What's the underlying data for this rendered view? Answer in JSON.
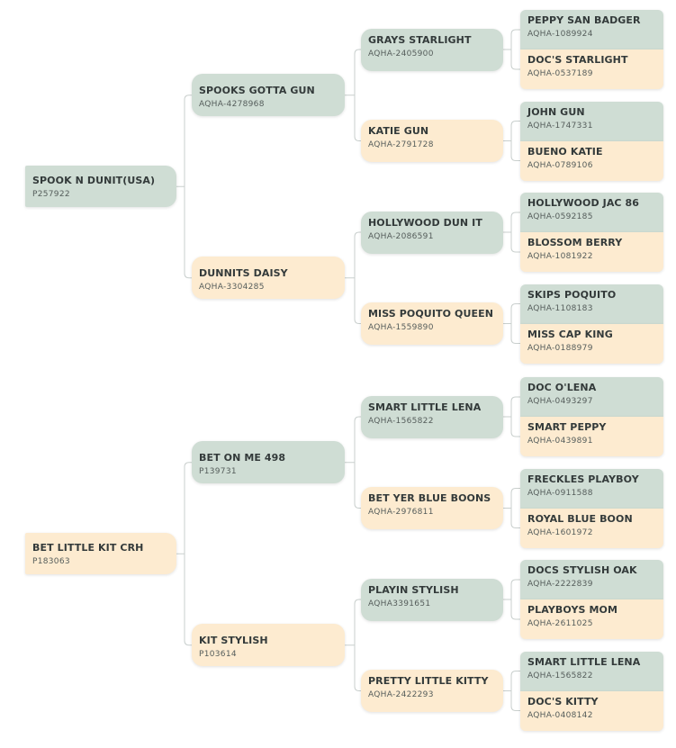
{
  "colors": {
    "sire": "#cfddd4",
    "dam": "#fdebd0",
    "connector": "#c9cfcd"
  },
  "pedigrees": [
    {
      "horse": {
        "name": "SPOOK N DUNIT(USA)",
        "reg": "P257922"
      },
      "sire": {
        "name": "SPOOKS GOTTA GUN",
        "reg": "AQHA-4278968",
        "sire": {
          "name": "GRAYS STARLIGHT",
          "reg": "AQHA-2405900",
          "sire": {
            "name": "PEPPY SAN BADGER",
            "reg": "AQHA-1089924"
          },
          "dam": {
            "name": "DOC'S STARLIGHT",
            "reg": "AQHA-0537189"
          }
        },
        "dam": {
          "name": "KATIE GUN",
          "reg": "AQHA-2791728",
          "sire": {
            "name": "JOHN GUN",
            "reg": "AQHA-1747331"
          },
          "dam": {
            "name": "BUENO KATIE",
            "reg": "AQHA-0789106"
          }
        }
      },
      "dam": {
        "name": "DUNNITS DAISY",
        "reg": "AQHA-3304285",
        "sire": {
          "name": "HOLLYWOOD DUN IT",
          "reg": "AQHA-2086591",
          "sire": {
            "name": "HOLLYWOOD JAC 86",
            "reg": "AQHA-0592185"
          },
          "dam": {
            "name": "BLOSSOM BERRY",
            "reg": "AQHA-1081922"
          }
        },
        "dam": {
          "name": "MISS POQUITO QUEEN",
          "reg": "AQHA-1559890",
          "sire": {
            "name": "SKIPS POQUITO",
            "reg": "AQHA-1108183"
          },
          "dam": {
            "name": "MISS CAP KING",
            "reg": "AQHA-0188979"
          }
        }
      }
    },
    {
      "horse": {
        "name": "BET LITTLE KIT CRH",
        "reg": "P183063"
      },
      "sire": {
        "name": "BET ON ME 498",
        "reg": "P139731",
        "sire": {
          "name": "SMART LITTLE LENA",
          "reg": "AQHA-1565822",
          "sire": {
            "name": "DOC O'LENA",
            "reg": "AQHA-0493297"
          },
          "dam": {
            "name": "SMART PEPPY",
            "reg": "AQHA-0439891"
          }
        },
        "dam": {
          "name": "BET YER BLUE BOONS",
          "reg": "AQHA-2976811",
          "sire": {
            "name": "FRECKLES PLAYBOY",
            "reg": "AQHA-0911588"
          },
          "dam": {
            "name": "ROYAL BLUE BOON",
            "reg": "AQHA-1601972"
          }
        }
      },
      "dam": {
        "name": "KIT STYLISH",
        "reg": "P103614",
        "sire": {
          "name": "PLAYIN STYLISH",
          "reg": "AQHA3391651",
          "sire": {
            "name": "DOCS STYLISH OAK",
            "reg": "AQHA-2222839"
          },
          "dam": {
            "name": "PLAYBOYS MOM",
            "reg": "AQHA-2611025"
          }
        },
        "dam": {
          "name": "PRETTY LITTLE KITTY",
          "reg": "AQHA-2422293",
          "sire": {
            "name": "SMART LITTLE LENA",
            "reg": "AQHA-1565822"
          },
          "dam": {
            "name": "DOC'S KITTY",
            "reg": "AQHA-0408142"
          }
        }
      }
    }
  ]
}
